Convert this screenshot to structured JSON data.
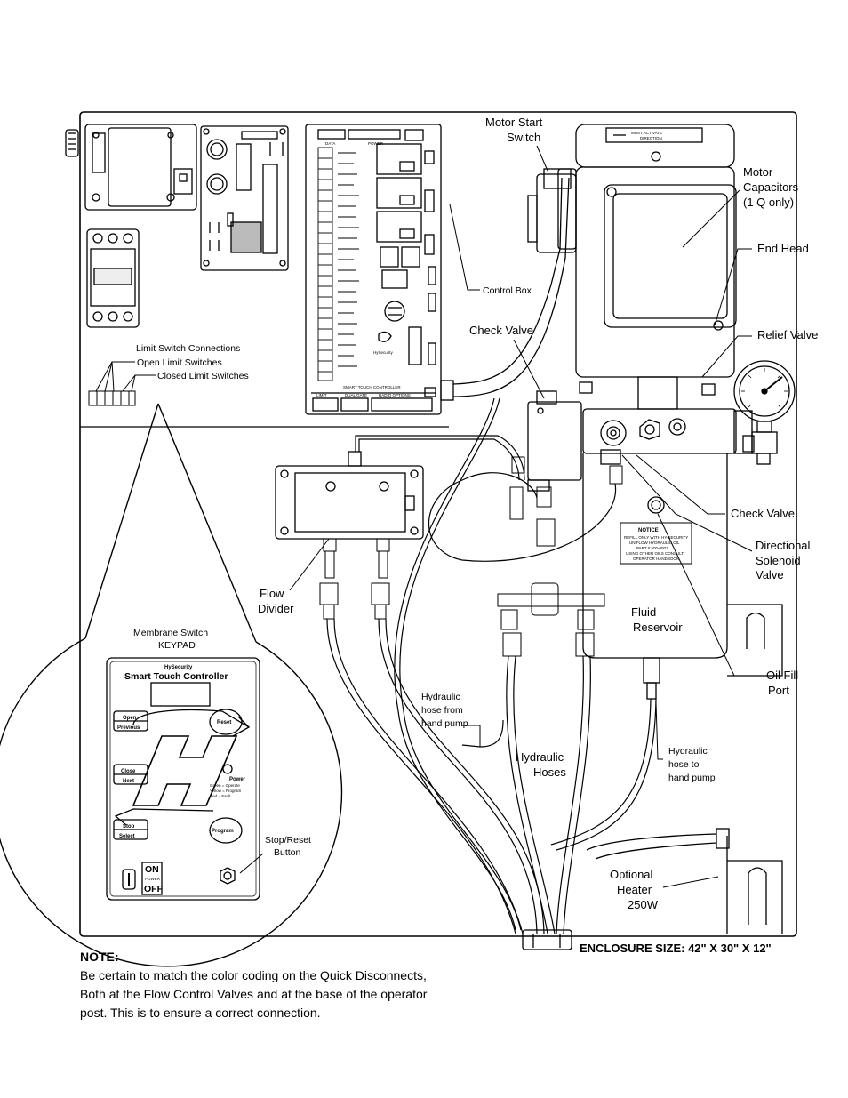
{
  "labels": {
    "motor_start_switch": [
      "Motor Start",
      "Switch"
    ],
    "motor_capacitors": [
      "Motor",
      "Capacitors",
      "(1 Q only)"
    ],
    "end_head": "End Head",
    "relief_valve": "Relief Valve",
    "control_box": "Control Box",
    "check_valve_top": "Check Valve",
    "check_valve_right": "Check Valve",
    "directional_solenoid_valve": [
      "Directional",
      "Solenoid",
      "Valve"
    ],
    "oil_fill_port": [
      "Oil Fill",
      "Port"
    ],
    "fluid_reservoir": [
      "Fluid",
      "Reservoir"
    ],
    "flow_divider": [
      "Flow",
      "Divider"
    ],
    "limit_switch_connections": "Limit Switch Connections",
    "open_limit_switches": "Open Limit Switches",
    "closed_limit_switches": "Closed Limit Switches",
    "membrane_switch_keypad": [
      "Membrane Switch",
      "KEYPAD"
    ],
    "hyd_hose_from_pump": [
      "Hydraulic",
      "hose from",
      "hand pump"
    ],
    "hydraulic_hoses": [
      "Hydraulic",
      "Hoses"
    ],
    "hyd_hose_to_pump": [
      "Hydraulic",
      "hose to",
      "hand pump"
    ],
    "stop_reset_button": [
      "Stop/Reset",
      "Button"
    ],
    "optional_heater": [
      "Optional",
      "Heater",
      "250W"
    ],
    "enclosure_size": "ENCLOSURE SIZE: 42\" X 30\" X 12\""
  },
  "keypad": {
    "brand": "HySecurity",
    "title": "Smart Touch Controller",
    "open_previous": [
      "Open",
      "Previous"
    ],
    "close_next": [
      "Close",
      "Next"
    ],
    "stop_select": [
      "Stop",
      "Select"
    ],
    "reset": "Reset",
    "program": "Program",
    "power": "Power",
    "power_legend": [
      "Green = Operate",
      "Yellow = Program",
      "Red = Fault"
    ],
    "on": "ON",
    "power_small": "POWER",
    "off": "OFF"
  },
  "notice": {
    "title": "NOTICE",
    "lines": [
      "REFILL ONLY WITH HY-SECURITY",
      "UNIFLOW HYDRAULIC OIL",
      "PART # 500-0001",
      "USING OTHER OILS CONSULT",
      "OPERATOR HANDBOOK"
    ]
  },
  "motor_plate": [
    "MUST ACTIVATE",
    "DIRECTION"
  ],
  "board": {
    "connectors": [
      "DATA",
      "POWER"
    ],
    "bottom_sections": [
      "LIMIT",
      "DUAL GATE",
      "RADIO OPTIONS"
    ],
    "footer": "SMART TOUCH CONTROLLER",
    "logo": "HySecurity"
  },
  "note": {
    "title": "NOTE:",
    "lines": [
      "Be certain to match the color coding on the Quick Disconnects,",
      "Both at the Flow Control Valves and at the base of the operator",
      "post.  This is to ensure a correct connection."
    ]
  }
}
